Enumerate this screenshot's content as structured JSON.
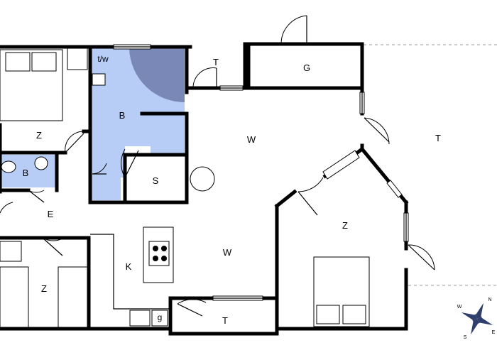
{
  "colors": {
    "wall": "#000000",
    "bathroom_fill": "#b7cdf6",
    "shower_fill": "#7a88b8",
    "outline": "#000000",
    "outdoor_dash": "#9a9a9a"
  },
  "rooms": {
    "top_left_bedroom": "Z",
    "bath_large": "B",
    "bath_small": "B",
    "tw": "t/w",
    "storage": "S",
    "top_terrace": "T",
    "garage": "G",
    "living_main": "W",
    "living_lower": "W",
    "kitchen": "K",
    "hall": "E",
    "bottom_left_bedroom": "Z",
    "right_bedroom": "Z",
    "bottom_terrace": "T",
    "outside_terrace": "T",
    "kitchen_g": "g"
  },
  "compass": {
    "n": "N",
    "e": "E",
    "s": "S",
    "w": "W"
  }
}
